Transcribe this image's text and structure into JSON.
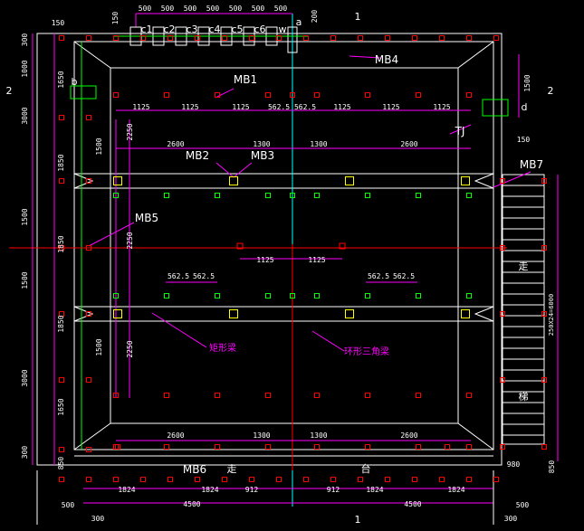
{
  "colors": {
    "background": "#000000",
    "outline": "#ffffff",
    "dimension": "#ff00ff",
    "red_marker": "#ff0000",
    "green_marker": "#00ff00",
    "cyan_axis": "#00ffff",
    "leader": "#ff00ff",
    "yellow_marker": "#ffff00"
  },
  "dims": {
    "top_chain": [
      "500",
      "500",
      "500",
      "500",
      "500",
      "500",
      "500"
    ],
    "top_left": "150",
    "top_right": "200",
    "top_left_v": "150",
    "left_chain": [
      "300",
      "1000",
      "3000",
      "1500",
      "1500",
      "3000",
      "300"
    ],
    "left_inner": [
      "1650",
      "1850",
      "1850",
      "1850",
      "1650",
      "850"
    ],
    "row_1125_a": [
      "1125",
      "1125",
      "1125",
      "562.5",
      "562.5",
      "1125",
      "1125",
      "1125"
    ],
    "row_2600_a": [
      "2600",
      "1300",
      "1300",
      "2600"
    ],
    "row_1125_mid": [
      "1125",
      "1125"
    ],
    "row_5625_l": [
      "562.5",
      "562.5"
    ],
    "row_5625_r": [
      "562.5",
      "562.5"
    ],
    "row_2600_b": [
      "2600",
      "1300",
      "1300",
      "2600"
    ],
    "v_left_a": "1500",
    "v_left_b": "2250",
    "v_left_c": "2250",
    "v_left_d": "1500",
    "v_left_e": "2250",
    "right_1500": "1500",
    "right_150": "150",
    "bottom_chain": [
      "1824",
      "1824",
      "912",
      "912",
      "1824",
      "1824"
    ],
    "bottom_totals": [
      "4500",
      "4500"
    ],
    "bottom_ends": [
      "500",
      "500"
    ],
    "bottom_offsets": [
      "300",
      "300"
    ],
    "right_980": "980",
    "right_850": "850",
    "stair_span": "250X24=6000"
  },
  "labels": {
    "c": [
      "c1",
      "c2",
      "c3",
      "c4",
      "c5",
      "c6",
      "w"
    ],
    "a": "a",
    "b": "b",
    "d": "d",
    "MB1": "MB1",
    "MB2": "MB2",
    "MB3": "MB3",
    "MB4": "MB4",
    "MB5": "MB5",
    "MB6": "MB6",
    "MB7": "MB7",
    "TJ": "TJ",
    "rect_beam": "矩形梁",
    "ring_beam": "环形三角梁",
    "walk1": "走",
    "walk2": "走",
    "platform": "台",
    "stairs": "梯",
    "section1": "1",
    "section1b": "1",
    "section2_l": "2",
    "section2_r": "2"
  }
}
